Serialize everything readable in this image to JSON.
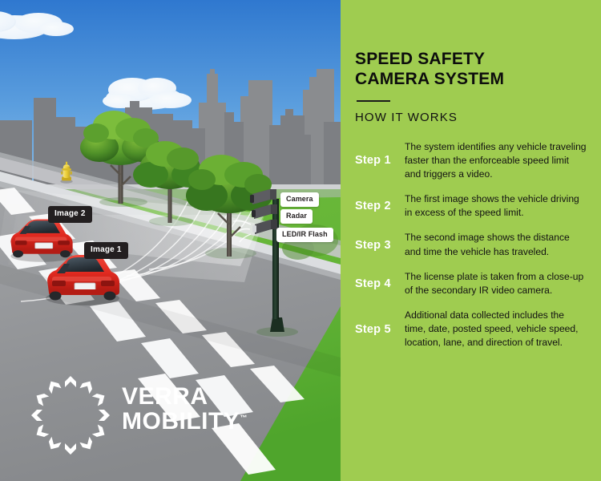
{
  "colors": {
    "panel_green": "#9fcc50",
    "grass_green": "#7ac143",
    "sky_blue": "#3e86d4",
    "road_gray": "#949598",
    "car_red": "#e2231a",
    "chip_dark": "#231f20",
    "title_black": "#0d0d0d",
    "step_label_white": "#ffffff",
    "hydrant_yellow": "#f2d33c"
  },
  "panel": {
    "title_line1": "SPEED SAFETY",
    "title_line2": "CAMERA SYSTEM",
    "subtitle": "HOW IT WORKS",
    "steps": [
      {
        "label": "Step 1",
        "text": "The system identifies any vehicle traveling faster than the enforceable speed limit and triggers a video."
      },
      {
        "label": "Step 2",
        "text": "The first image shows the vehicle driving in excess of the speed limit."
      },
      {
        "label": "Step 3",
        "text": "The second image shows the distance and time the vehicle has traveled."
      },
      {
        "label": "Step 4",
        "text": "The license plate is taken from a close-up of the secondary IR video camera."
      },
      {
        "label": "Step 5",
        "text": "Additional data collected includes the time, date, posted speed, vehicle speed, location, lane, and direction of travel."
      }
    ]
  },
  "scene": {
    "labels": {
      "image2": "Image 2",
      "image1": "Image 1",
      "camera": "Camera",
      "radar": "Radar",
      "flash": "LED/IR Flash"
    }
  },
  "logo": {
    "line1": "VERRA",
    "line2": "MOBILITY",
    "trademark": "™"
  }
}
